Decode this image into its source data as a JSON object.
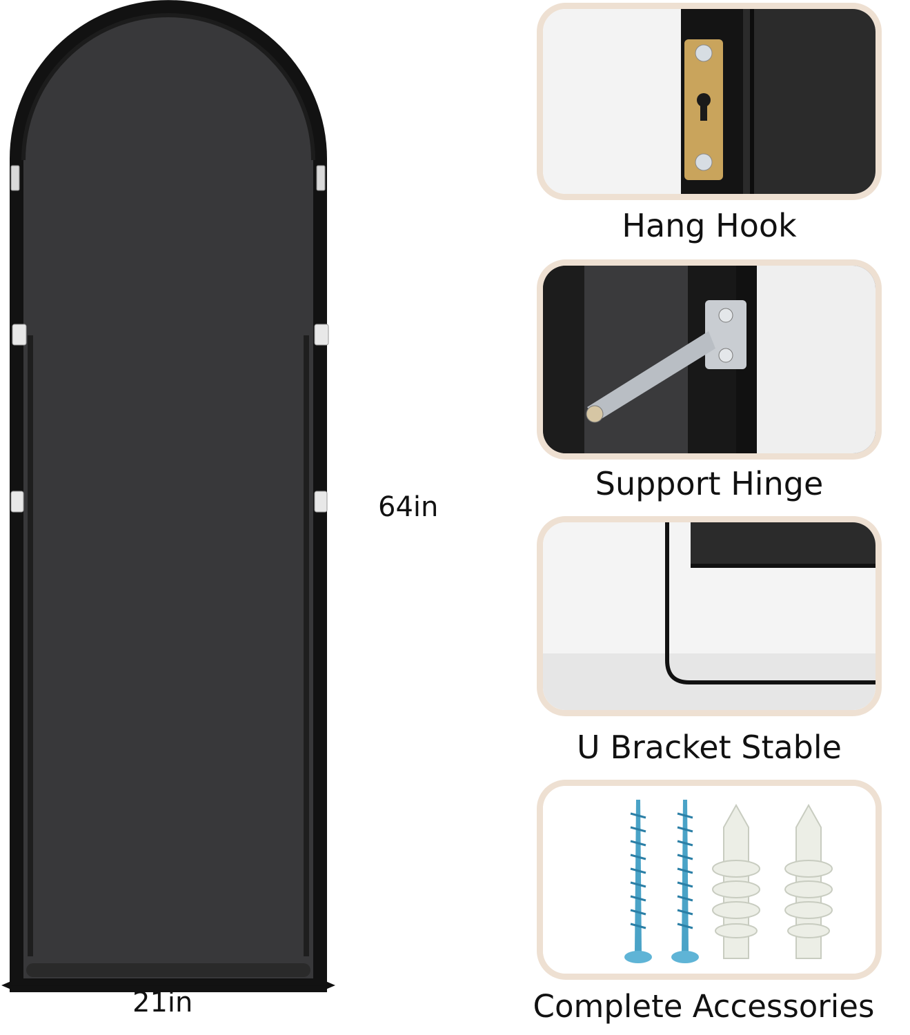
{
  "dimensions": {
    "height": "64in",
    "width": "21in"
  },
  "features": [
    {
      "label": "Hang Hook",
      "icon": "hang-hook-photo"
    },
    {
      "label": "Support Hinge",
      "icon": "support-hinge-photo"
    },
    {
      "label": "U Bracket Stable",
      "icon": "u-bracket-photo"
    },
    {
      "label": "Complete Accessories",
      "icon": "screws-and-anchors-photo"
    }
  ],
  "colors": {
    "frame": "#111111",
    "mirror_back": "#3b3b3d",
    "panel_border": "#eee0d2"
  }
}
